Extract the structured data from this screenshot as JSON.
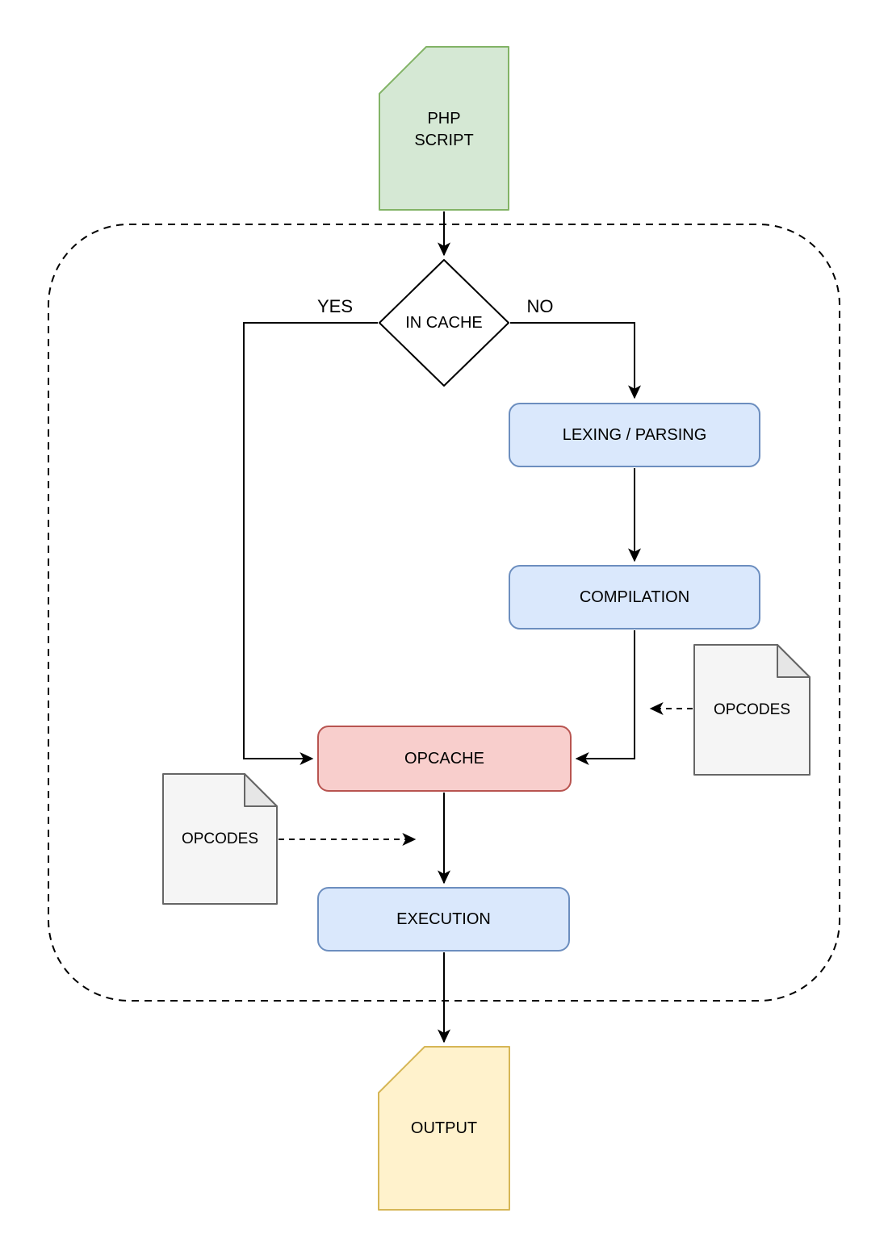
{
  "diagram": {
    "type": "flowchart",
    "subject": "PHP script execution with OPcache",
    "nodes": {
      "php_script": {
        "label": "PHP\nSCRIPT",
        "shape": "document-fold-top-left",
        "fill": "#d5e8d4",
        "stroke": "#82b366"
      },
      "in_cache": {
        "label": "IN CACHE",
        "shape": "decision-diamond",
        "fill": "#ffffff",
        "stroke": "#000000"
      },
      "lexing_parsing": {
        "label": "LEXING / PARSING",
        "shape": "rounded-rect",
        "fill": "#dae8fc",
        "stroke": "#6c8ebf"
      },
      "compilation": {
        "label": "COMPILATION",
        "shape": "rounded-rect",
        "fill": "#dae8fc",
        "stroke": "#6c8ebf"
      },
      "opcache": {
        "label": "OPCACHE",
        "shape": "rounded-rect",
        "fill": "#f8cecc",
        "stroke": "#b85450"
      },
      "execution": {
        "label": "EXECUTION",
        "shape": "rounded-rect",
        "fill": "#dae8fc",
        "stroke": "#6c8ebf"
      },
      "opcodes_right": {
        "label": "OPCODES",
        "shape": "note-fold-top-right",
        "fill": "#f5f5f5",
        "stroke": "#666666",
        "fold_fill": "#e6e6e6"
      },
      "opcodes_left": {
        "label": "OPCODES",
        "shape": "note-fold-top-right",
        "fill": "#f5f5f5",
        "stroke": "#666666",
        "fold_fill": "#e6e6e6"
      },
      "output": {
        "label": "OUTPUT",
        "shape": "document-fold-top-left",
        "fill": "#fff2cc",
        "stroke": "#d6b656"
      }
    },
    "edge_labels": {
      "yes": "YES",
      "no": "NO"
    },
    "colors": {
      "edge": "#000000",
      "container_border": "#000000",
      "background": "#ffffff",
      "text": "#000000"
    }
  }
}
